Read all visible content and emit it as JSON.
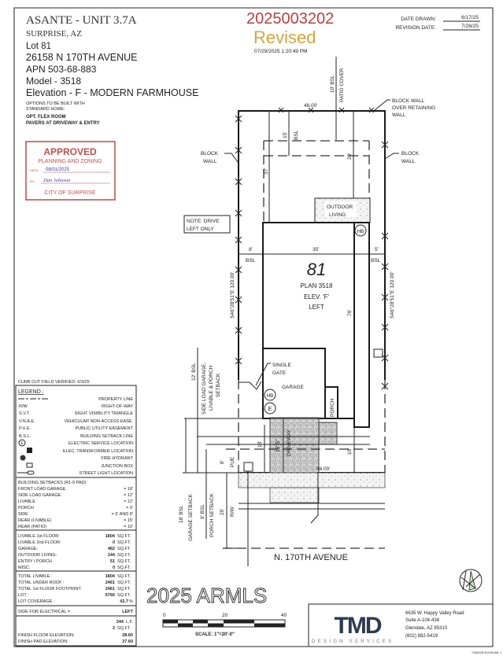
{
  "header": {
    "subdivision": "ASANTE - UNIT 3.7A",
    "city": "SURPRISE, AZ",
    "lot": "Lot  81",
    "address": "26158 N 170TH AVENUE",
    "apn": "APN 503-68-883",
    "model": "Model - 3518",
    "elevation": "Elevation - F - MODERN FARMHOUSE",
    "options_note_1": "OPTIONS TO BE BUILT WITH",
    "options_note_2": "STANDARD HOME:",
    "option_1": "OPT. FLEX ROOM",
    "option_2": "PAVERS AT DRIVEWAY & ENTRY"
  },
  "stamp": {
    "title": "APPROVED",
    "dept": "PLANNING AND ZONING",
    "date_label": "DATE:",
    "date": "08/01/2025",
    "by_label": "BY:",
    "by": "Dan Johnson",
    "city": "CITY OF SURPRISE"
  },
  "permit": {
    "number": "2025003202",
    "status": "Revised",
    "timestamp": "07/29/2025  1:20:49 PM",
    "number_color": "#b8403f",
    "status_color": "#d4a63c"
  },
  "dates": {
    "drawn_label": "DATE DRAWN:",
    "drawn": "6/17/25",
    "revision_label": "REVISION DATE:",
    "revision": "7/28/25"
  },
  "plan": {
    "bsl_10": "10' BSL",
    "patio_cover": "PATIO COVER",
    "rear_width": "48.00'",
    "block_wall_retaining_1": "BLOCK WALL",
    "block_wall_retaining_2": "OVER RETAINING",
    "block_wall_retaining_3": "WALL",
    "block_wall_right_1": "BLOCK",
    "block_wall_right_2": "WALL",
    "block_wall_left_1": "BLOCK",
    "block_wall_left_2": "WALL",
    "dim_15": "15'",
    "bsl": "BSL",
    "dim_29": "29'",
    "dim_37": "37'",
    "outdoor_1": "OUTDOOR",
    "outdoor_2": "LIVING",
    "note_1": "NOTE: DRIVE",
    "note_2": "LEFT ONLY",
    "dim_8": "8'",
    "dim_35": "35'",
    "dim_5": "5'",
    "lot_number": "81",
    "plan_name": "PLAN 3518",
    "elev": "ELEV. 'F'",
    "hand": "LEFT",
    "dim_76": "76'",
    "bearing_left": "S46°28'51\"E 120.00'",
    "bearing_right": "S46°28'51\"E 120.00'",
    "side_load_1": "SIDE LOAD GARAGE,",
    "side_load_2": "LIVABLE & PORCH",
    "side_load_3": "SETBACK",
    "bsl_12": "12' BSL",
    "gate_1": "SINGLE",
    "gate_2": "GATE",
    "garage": "GARAGE",
    "hb": "HB",
    "e": "E",
    "porch": "PORCH",
    "dim_18_5": "18'-5\"",
    "driveway": "DRIVEWAY",
    "dim_18": "18'",
    "dim_8_pue": "8'",
    "pue": "PUE",
    "dim_15_front": "15'",
    "front_width": "46.00'",
    "bsl_18": "18' BSL",
    "garage_setback": "GARAGE SETBACK",
    "bsl_9": "9' BSL",
    "porch_setback": "PORCH SETBACK",
    "dim_25": "25'",
    "rw": "R/W",
    "street": "N. 170TH AVENUE",
    "curb_cut": "CURB CUT FIELD VERIFIED: 6/3/25"
  },
  "legend": {
    "title": "LEGEND :",
    "items": [
      {
        "symbol": "",
        "label": "PROPERTY LINE"
      },
      {
        "symbol": "R/W",
        "label": "RIGHT-OF-WAY"
      },
      {
        "symbol": "S.V.T.",
        "label": "SIGHT VISIBILITY TRIANGLE"
      },
      {
        "symbol": "V.N.A.E.",
        "label": "VEHICULAR NON-ACCESS EASE."
      },
      {
        "symbol": "P.U.E.",
        "label": "PUBLIC UTILITY EASEMENT"
      },
      {
        "symbol": "B.S.L.",
        "label": "BUILDING SETBACK LINE"
      },
      {
        "symbol": "E",
        "label": "ELECTRIC SERVICE LOCATION"
      },
      {
        "symbol": "",
        "label": "ELEC. TRANSFORMER LOCATION"
      },
      {
        "symbol": "",
        "label": "FIRE HYDRANT"
      },
      {
        "symbol": "",
        "label": "JUNCTION BOX"
      },
      {
        "symbol": "",
        "label": "STREET LIGHT LOCATION"
      }
    ]
  },
  "setbacks": {
    "title": "BUILDING SETBACKS (R1-5 PAD):",
    "rows": [
      {
        "label": "FRONT LOAD GARAGE",
        "value": "= 18'"
      },
      {
        "label": "SIDE LOAD GARAGE",
        "value": "= 12'"
      },
      {
        "label": "LIVABLE",
        "value": "= 12'"
      },
      {
        "label": "PORCH",
        "value": "= 9'"
      },
      {
        "label": "SIDE",
        "value": "= 5' AND 8'"
      },
      {
        "label": "REAR (LIVABLE)",
        "value": "= 15'"
      },
      {
        "label": "REAR (PATIO)",
        "value": "= 10'"
      }
    ]
  },
  "areas": [
    {
      "label": "LIVABLE 1st FLOOR:",
      "value": "1804",
      "unit": "SQ.FT."
    },
    {
      "label": "LIVABLE 2nd FLOOR:",
      "value": "0",
      "unit": "SQ.FT."
    },
    {
      "label": "GARAGE:",
      "value": "462",
      "unit": "SQ.FT."
    },
    {
      "label": "OUTDOOR LIVING:",
      "value": "144",
      "unit": "SQ.FT."
    },
    {
      "label": "ENTRY / PORCH",
      "value": "51",
      "unit": "SQ.FT."
    },
    {
      "label": "MISC:",
      "value": "0",
      "unit": "SQ.FT."
    }
  ],
  "totals": [
    {
      "label": "TOTAL LIVABLE :",
      "value": "1804",
      "unit": "SQ.FT."
    },
    {
      "label": "TOTAL UNDER ROOF :",
      "value": "2461",
      "unit": "SQ.FT."
    },
    {
      "label": "TOTAL 1st FLOOR FOOTPRINT:",
      "value": "2461",
      "unit": "SQ.FT."
    },
    {
      "label": "LOT :",
      "value": "5760",
      "unit": "SQ.FT."
    },
    {
      "label": "LOT COVERAGE :",
      "value": "42.7",
      "unit": "%"
    }
  ],
  "electrical": {
    "label": "SIDE FOR ELECTRICAL =",
    "value": "LEFT"
  },
  "misc_rows": [
    {
      "value": "244",
      "unit": "L.F."
    },
    {
      "value": "2",
      "unit": "SQ.FT."
    }
  ],
  "elevations": [
    {
      "label": "FINISH FLOOR ELEVATION:",
      "value": "28.60"
    },
    {
      "label": "FINISH PAD ELEVATION:",
      "value": "27.60"
    }
  ],
  "scale": {
    "t0": "0",
    "t20": "20",
    "t40": "40",
    "label": "SCALE:  1\"=20'-0\""
  },
  "company": {
    "logo": "TMD",
    "tagline": "DESIGN SERVICES",
    "address_1": "6635 W. Happy Valley Road",
    "address_2": "Suite A-104-438",
    "address_3": "Glendale, AZ 85310",
    "phone": "(602) 882-5419"
  },
  "footer": {
    "print_stamp": "7/28/2025 8:23:59 AM, J"
  },
  "watermark": "2025 ARMLS"
}
